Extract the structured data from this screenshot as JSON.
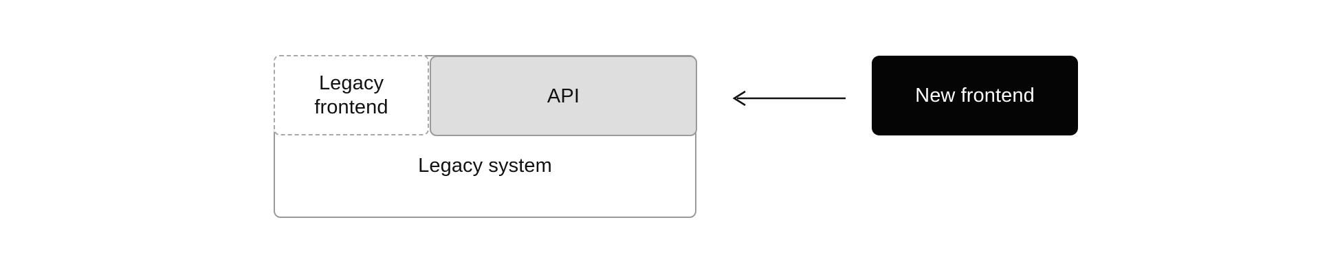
{
  "diagram": {
    "type": "strangler-fig-migration-diagram",
    "background_color": "#ffffff",
    "nodes": [
      {
        "id": "legacy-system",
        "label": "Legacy system",
        "style": "solid-border",
        "fill": "#ffffff",
        "border_color": "#9a9a9a"
      },
      {
        "id": "legacy-frontend",
        "label_line_1": "Legacy",
        "label_line_2": "frontend",
        "style": "dashed-border",
        "fill": "#ffffff",
        "border_color": "#a8a8a8"
      },
      {
        "id": "api",
        "label": "API",
        "style": "solid-border",
        "fill": "#dedede",
        "border_color": "#9a9a9a"
      },
      {
        "id": "new-frontend",
        "label": "New frontend",
        "style": "filled",
        "fill": "#050505",
        "text_color": "#ffffff"
      }
    ],
    "edges": [
      {
        "id": "new-frontend-to-api",
        "from": "new-frontend",
        "to": "api",
        "direction": "left",
        "arrowhead": "open-v",
        "stroke_color": "#111111",
        "label": ""
      }
    ]
  }
}
